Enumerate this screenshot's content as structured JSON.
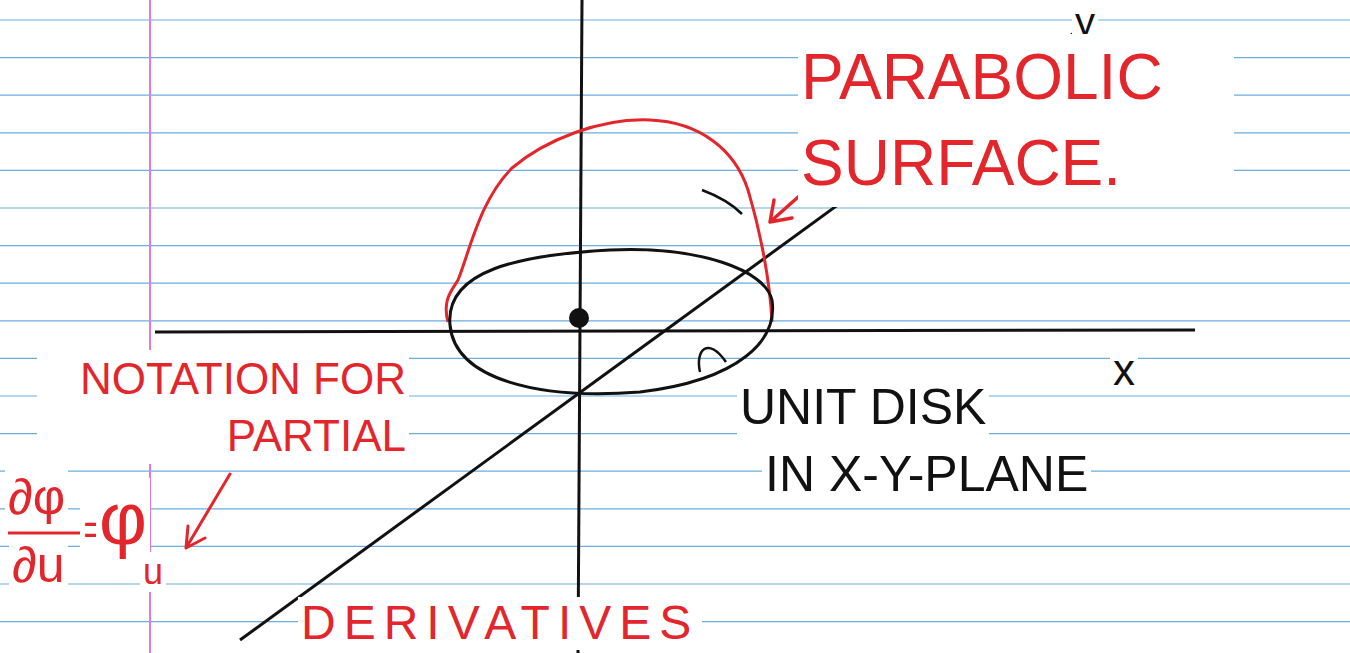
{
  "diagram": {
    "labels": [
      "y",
      "PARABOLIC SURFACE.",
      "x",
      "NOTATION FOR PARTIAL",
      "UNIT DISK",
      "IN X-Y-PLANE",
      "∂φ",
      "∂u",
      "=",
      "φ",
      "u",
      "DERIVATIVES"
    ]
  }
}
